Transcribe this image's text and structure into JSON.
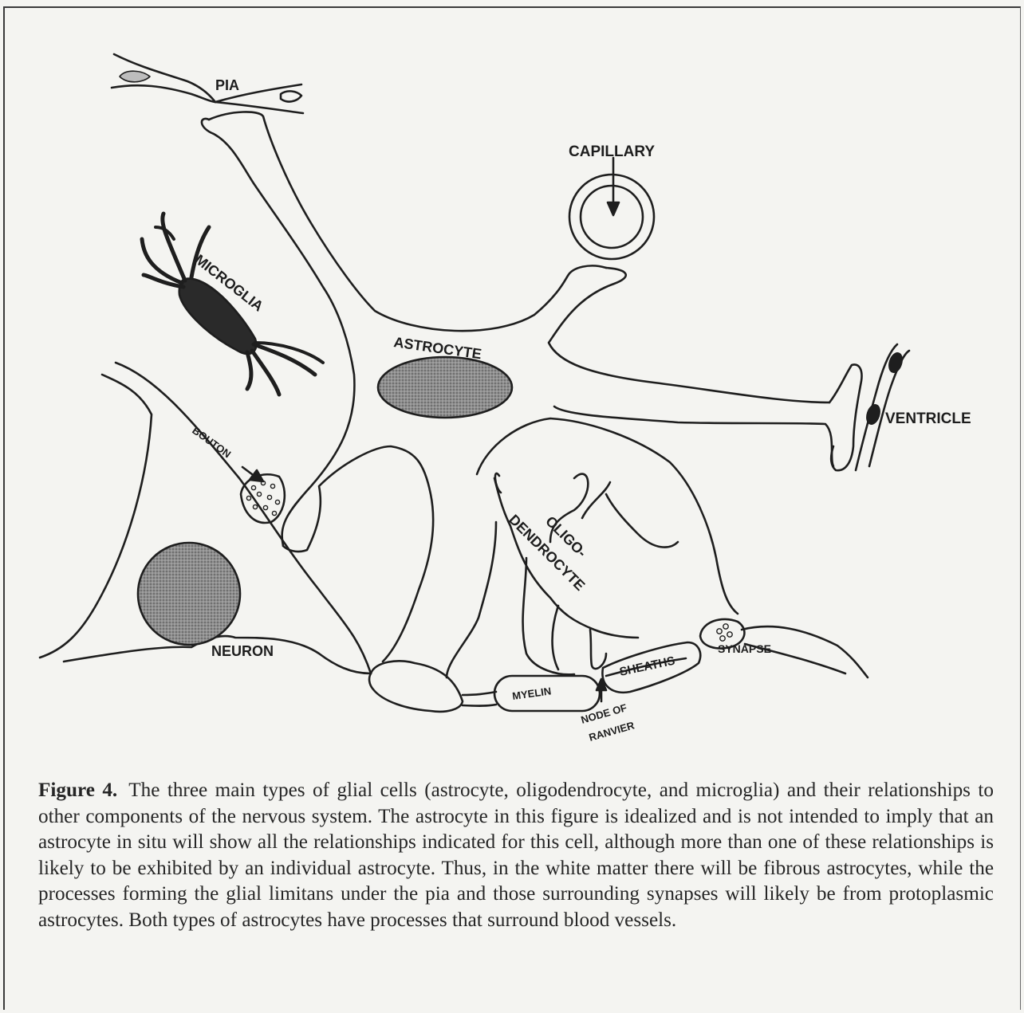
{
  "diagram": {
    "labels": {
      "pia": "PIA",
      "capillary": "CAPILLARY",
      "microglia": "MICROGLIA",
      "astrocyte": "ASTROCYTE",
      "ventricle": "VENTRICLE",
      "bouton": "BOUTON",
      "oligo": "OLIGO-",
      "dendrocyte": "DENDROCYTE",
      "neuron": "NEURON",
      "sheaths": "SHEATHS",
      "synapse": "SYNAPSE",
      "myelin": "MYELIN",
      "node_of": "NODE OF",
      "ranvier": "RANVIER"
    }
  },
  "caption": {
    "label": "Figure 4.",
    "text": "The three main types of glial cells (astrocyte, oligodendrocyte, and microglia) and their relationships to other components of the nervous system. The astrocyte in this figure is idealized and is not intended to imply that an astrocyte in situ will show all the relationships indicated for this cell, although more than one of these relationships is likely to be exhibited by an individual astrocyte. Thus, in the white matter there will be fibrous astrocytes, while the processes forming the glial limitans under the pia and those surrounding synapses will likely be from protoplasmic astrocytes. Both types of astrocytes have processes that surround blood vessels."
  }
}
